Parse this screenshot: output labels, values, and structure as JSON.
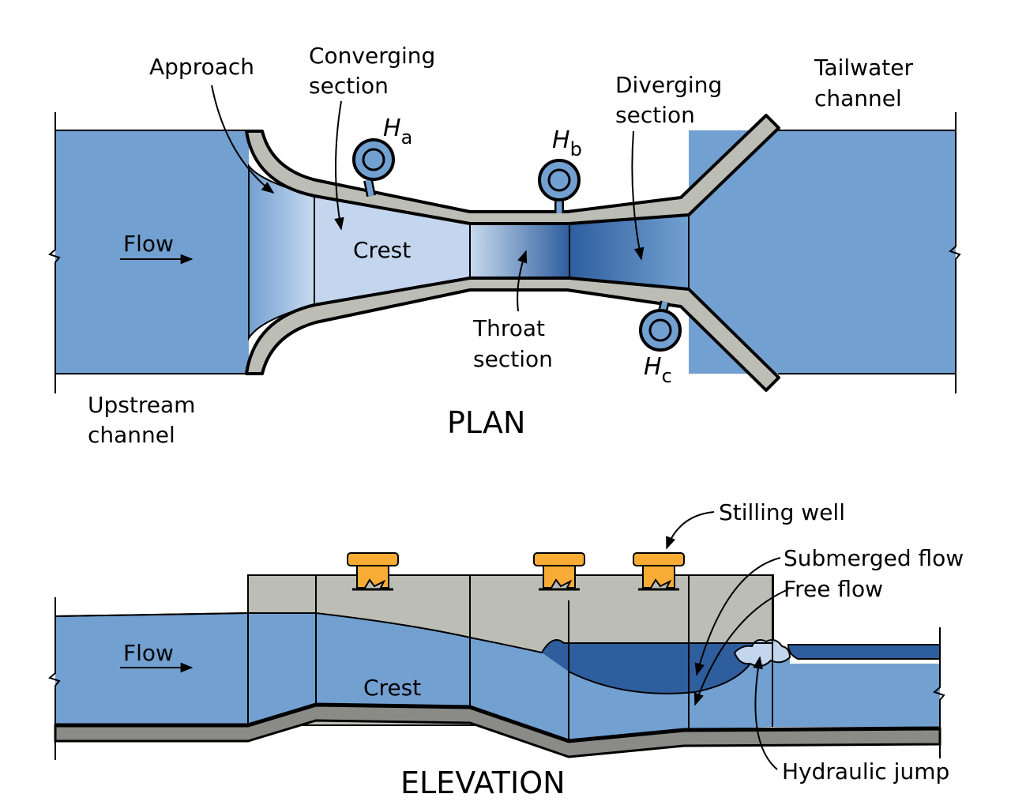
{
  "plan": {
    "title": "PLAN",
    "flow_label": "Flow",
    "approach": "Approach",
    "converging_line1": "Converging",
    "converging_line2": "section",
    "diverging_line1": "Diverging",
    "diverging_line2": "section",
    "tailwater_line1": "Tailwater",
    "tailwater_line2": "channel",
    "upstream_line1": "Upstream",
    "upstream_line2": "channel",
    "crest": "Crest",
    "throat_line1": "Throat",
    "throat_line2": "section",
    "gauges": [
      {
        "symbol": "H",
        "sub": "a"
      },
      {
        "symbol": "H",
        "sub": "b"
      },
      {
        "symbol": "H",
        "sub": "c"
      }
    ]
  },
  "elevation": {
    "title": "ELEVATION",
    "flow_label": "Flow",
    "crest": "Crest",
    "stilling_well": "Stilling well",
    "submerged_flow": "Submerged flow",
    "free_flow": "Free flow",
    "hydraulic_jump": "Hydraulic jump"
  },
  "colors": {
    "water": "#72a0d1",
    "water_light": "#c3d6ee",
    "water_dark": "#2e5e9e",
    "wall": "#bcbdb5",
    "floor": "#8a8a86",
    "well_cap": "#f8ac35"
  }
}
